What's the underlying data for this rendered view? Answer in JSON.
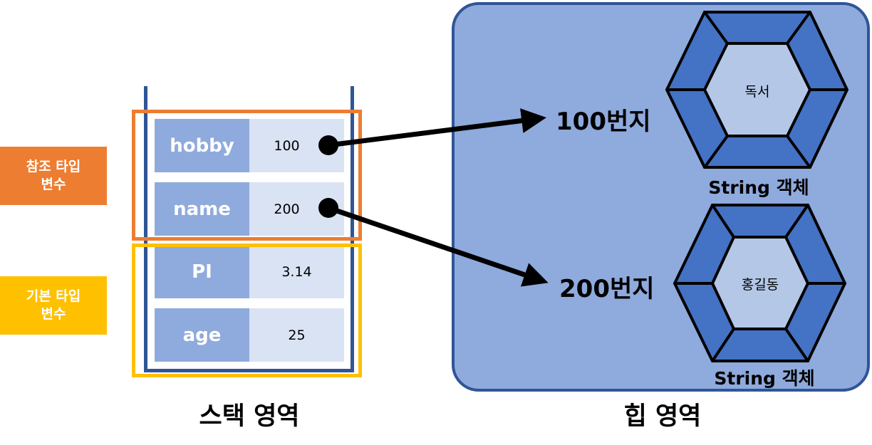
{
  "legend": {
    "reference": {
      "line1": "참조 타입",
      "line2": "변수",
      "color": "#ED7D31"
    },
    "primitive": {
      "line1": "기본 타입",
      "line2": "변수",
      "color": "#FFC000"
    }
  },
  "stack": {
    "title": "스택 영역",
    "rows": [
      {
        "name": "hobby",
        "value": "100"
      },
      {
        "name": "name",
        "value": "200"
      },
      {
        "name": "PI",
        "value": "3.14"
      },
      {
        "name": "age",
        "value": "25"
      }
    ]
  },
  "heap": {
    "title": "힙 영역",
    "objects": [
      {
        "address": "100번지",
        "content": "독서",
        "label": "String 객체"
      },
      {
        "address": "200번지",
        "content": "홍길동",
        "label": "String 객체"
      }
    ]
  },
  "colors": {
    "stack_frame": "#2F5597",
    "name_cell": "#8FAADC",
    "value_cell": "#DAE3F3",
    "heap_bg": "#8FAADC",
    "hex_outer": "#4472C4",
    "hex_inner": "#B4C7E7"
  }
}
